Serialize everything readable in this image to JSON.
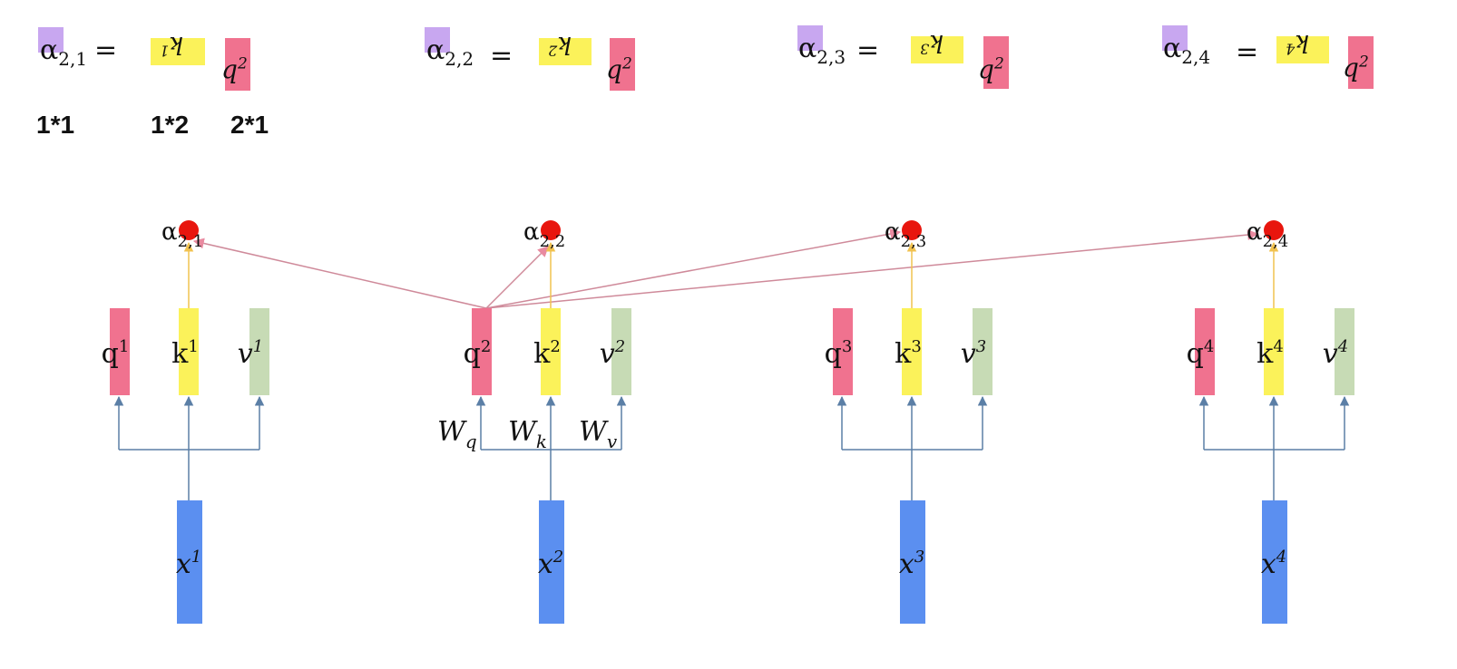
{
  "colors": {
    "query": "#f0728f",
    "key": "#fbf25a",
    "value": "#c7dbb5",
    "input": "#5b8ff0",
    "score_swatch": "#c8a7f0",
    "attention_node": "#e8160e",
    "edge": "#cf8a9a",
    "arrow": "#5b7fa6",
    "up_line": "#f1c24f"
  },
  "icons": {
    "score_swatch": "purple-square",
    "key_block": "yellow-rectangle",
    "query_block": "pink-rectangle"
  },
  "formulas": [
    {
      "alpha": "α",
      "index": "2,1",
      "equals": "=",
      "key_sup": "1",
      "query": "q",
      "query_sup": "2"
    },
    {
      "alpha": "α",
      "index": "2,2",
      "equals": "=",
      "key_sup": "2",
      "query": "q",
      "query_sup": "2"
    },
    {
      "alpha": "α",
      "index": "2,3",
      "equals": "=",
      "key_sup": "3",
      "query": "q",
      "query_sup": "2"
    },
    {
      "alpha": "α",
      "index": "2,4",
      "equals": "=",
      "key_sup": "4",
      "query": "q",
      "query_sup": "2"
    }
  ],
  "key_letter": "k",
  "dimensions": {
    "alpha": "1*1",
    "key": "1*2",
    "query": "2*1"
  },
  "columns": [
    {
      "alpha": "α",
      "alpha_index": "2,1",
      "q": "q",
      "k": "k",
      "v": "v",
      "x": "x",
      "sup": "1"
    },
    {
      "alpha": "α",
      "alpha_index": "2,2",
      "q": "q",
      "k": "k",
      "v": "v",
      "x": "x",
      "sup": "2"
    },
    {
      "alpha": "α",
      "alpha_index": "2,3",
      "q": "q",
      "k": "k",
      "v": "v",
      "x": "x",
      "sup": "3"
    },
    {
      "alpha": "α",
      "alpha_index": "2,4",
      "q": "q",
      "k": "k",
      "v": "v",
      "x": "x",
      "sup": "4"
    }
  ],
  "weights": {
    "wq": {
      "base": "W",
      "sub": "q"
    },
    "wk": {
      "base": "W",
      "sub": "k"
    },
    "wv": {
      "base": "W",
      "sub": "v"
    }
  }
}
